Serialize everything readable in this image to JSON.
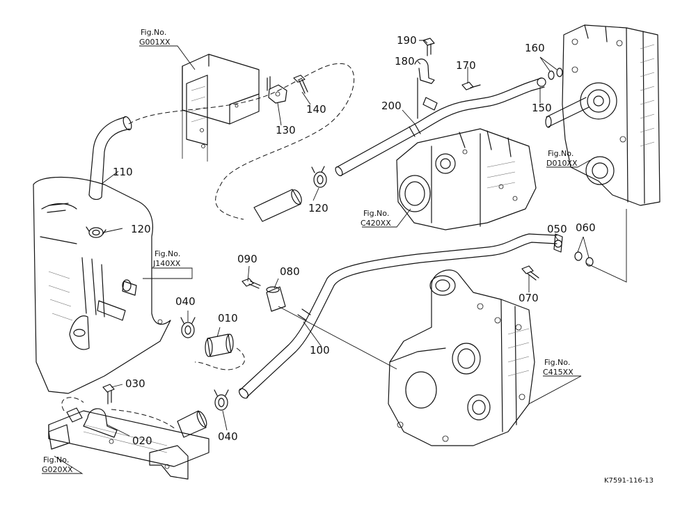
{
  "figure_refs": [
    {
      "id": "g001",
      "label": "Fig.No.",
      "code": "G001XX"
    },
    {
      "id": "c420",
      "label": "Fig.No.",
      "code": "C420XX"
    },
    {
      "id": "d010",
      "label": "Fig.No.",
      "code": "D010XX"
    },
    {
      "id": "j140",
      "label": "Fig.No.",
      "code": "J140XX"
    },
    {
      "id": "c415",
      "label": "Fig.No.",
      "code": "C415XX"
    },
    {
      "id": "g020",
      "label": "Fig.No.",
      "code": "G020XX"
    }
  ],
  "part_numbers": [
    "190",
    "180",
    "170",
    "160",
    "150",
    "200",
    "140",
    "130",
    "110",
    "120",
    "120",
    "050",
    "060",
    "070",
    "090",
    "080",
    "040",
    "010",
    "100",
    "030",
    "020",
    "040"
  ],
  "drawing_ref": "K7591-116-13"
}
